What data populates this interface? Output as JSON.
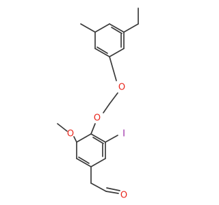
{
  "molecule": {
    "atom_labels": {
      "ether_o_upper": "O",
      "ether_o_lower": "O",
      "methoxy_o": "O",
      "iodine": "I",
      "aldehyde_o": "O"
    },
    "colors": {
      "bond": "#3a3a3a",
      "oxygen": "#e8261c",
      "iodine": "#9a2aa6"
    }
  }
}
